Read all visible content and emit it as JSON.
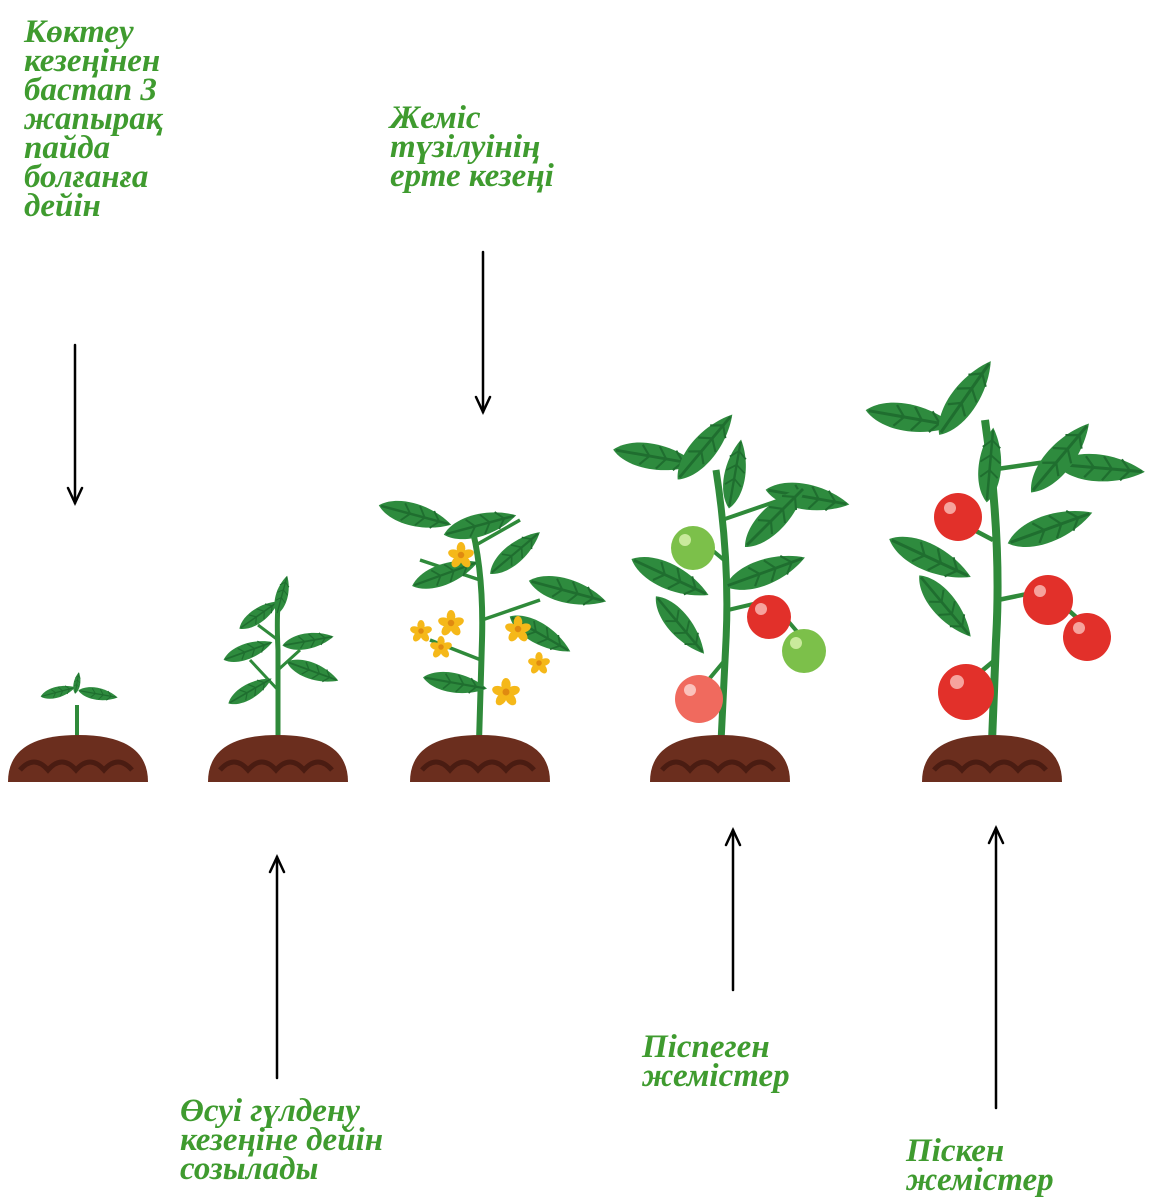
{
  "labels": {
    "stage1": "Көктеу\nкезеңінен\nбастап 3\nжапырақ\nпайда\nболғанға\nдейін",
    "stage2": "Өсуі гүлдену\nкезеңіне дейін\nсозылады",
    "stage3": "Жеміс\nтүзілуінің\nерте кезеңі",
    "stage4": "Піспеген\nжемістер",
    "stage5": "Піскен\nжемістер"
  },
  "colors": {
    "label_text": "#3f9b2f",
    "leaf": "#2e8b3e",
    "leaf_dark": "#1f6e2f",
    "stem": "#2f8a3a",
    "soil": "#6b2e1e",
    "soil_dark": "#4a1c12",
    "flower": "#f5b819",
    "tomato_green": "#7cc04a",
    "tomato_red": "#e2302a",
    "tomato_pink": "#f06a5e",
    "arrow": "#000000"
  },
  "icons": [
    "seedling-icon",
    "young-plant-icon",
    "flowering-plant-icon",
    "unripe-tomato-plant-icon",
    "ripe-tomato-plant-icon"
  ]
}
